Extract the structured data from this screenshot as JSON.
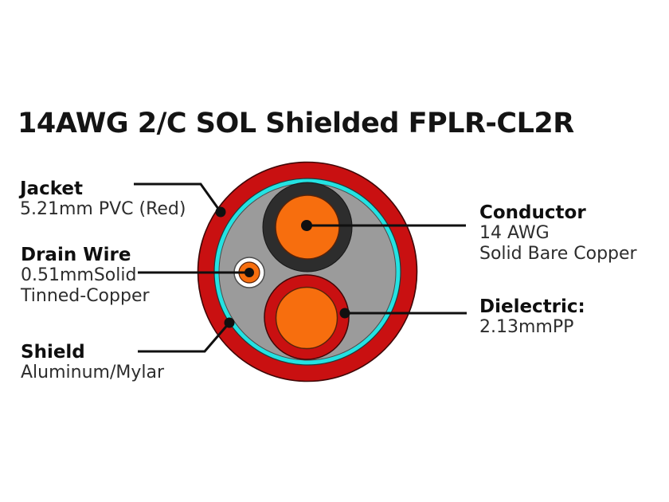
{
  "title": "14AWG 2/C SOL Shielded FPLR-CL2R",
  "colors": {
    "jacket_red": "#C91011",
    "shield_cyan": "#24E2E2",
    "filler_gray": "#9B9B9B",
    "insulation_black": "#2D2D2D",
    "core_orange": "#F76E0E",
    "drain_white": "#FFFFFF",
    "leader_black": "#101010"
  },
  "labels": {
    "jacket": {
      "title": "Jacket",
      "desc": "5.21mm PVC (Red)"
    },
    "drain_wire": {
      "title": "Drain Wire",
      "desc_line1": "0.51mmSolid",
      "desc_line2": "Tinned-Copper"
    },
    "shield": {
      "title": "Shield",
      "desc": "Aluminum/Mylar"
    },
    "conductor": {
      "title": "Conductor",
      "desc_line1": "14 AWG",
      "desc_line2": "Solid Bare Copper"
    },
    "dielectric": {
      "title": "Dielectric:",
      "desc": "2.13mmPP"
    }
  }
}
